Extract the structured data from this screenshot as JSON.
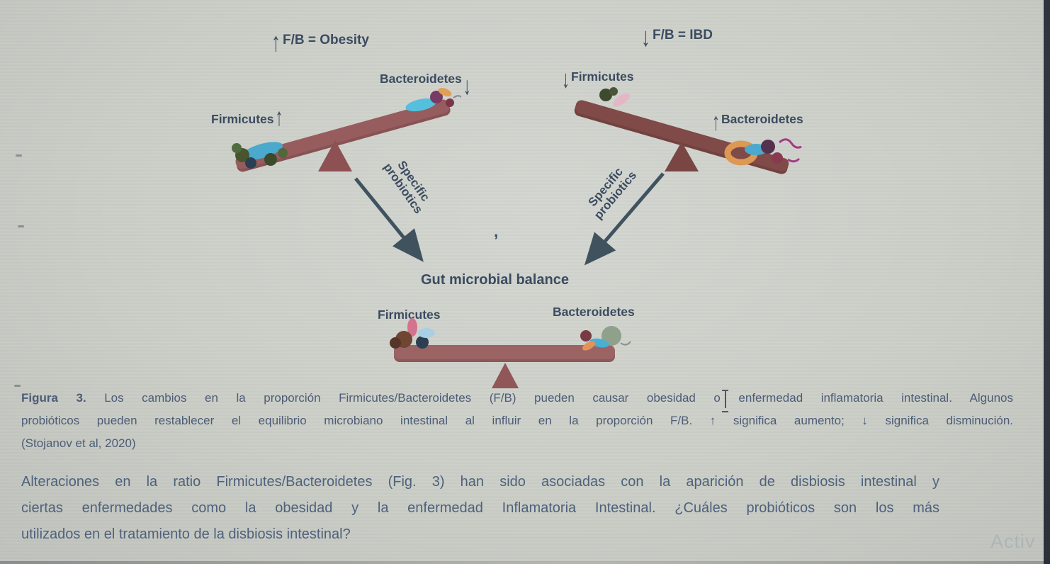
{
  "colors": {
    "background": "#cbcec7",
    "beam_left": "#975c5e",
    "beam_right": "#7f4a47",
    "beam_bottom": "#9c6364",
    "fulcrum_left": "#8d5053",
    "fulcrum_right": "#7a4643",
    "fulcrum_bottom": "#905658",
    "label_text": "#3b4b60",
    "arrow_stroke": "#41525f",
    "caption_text": "#4d5c76",
    "question_text": "#4e617c",
    "watermark_text": "#a9b2b6",
    "edge_strip": "#343a42"
  },
  "figure": {
    "obesity": {
      "condition_arrow": "↑",
      "condition_label": "F/B = Obesity",
      "firmicutes_label": "Firmicutes",
      "firmicutes_arrow": "↑",
      "bacteroidetes_label": "Bacteroidetes",
      "bacteroidetes_arrow": "↓"
    },
    "ibd": {
      "condition_arrow": "↓",
      "condition_label": "F/B = IBD",
      "firmicutes_label": "Firmicutes",
      "firmicutes_arrow": "↓",
      "bacteroidetes_label": "Bacteroidetes",
      "bacteroidetes_arrow": "↑"
    },
    "probiotics_left_label": "Specific probiotics",
    "probiotics_right_label": "Specific probiotics",
    "stray_mark": ",",
    "balance_title": "Gut microbial balance",
    "balance": {
      "firmicutes_label": "Firmicutes",
      "bacteroidetes_label": "Bacteroidetes"
    }
  },
  "caption": {
    "figure_label": "Figura 3.",
    "line1": " Los cambios en la proporción Firmicutes/Bacteroidetes (F/B) pueden causar obesidad o enfermedad inflamatoria intestinal. Algunos",
    "line2": "probióticos pueden restablecer el equilibrio microbiano intestinal al influir en la proporción F/B. ↑ significa aumento; ↓ significa disminución.",
    "line3": "(Stojanov et al, 2020)"
  },
  "question": {
    "line1": "Alteraciones en la ratio Firmicutes/Bacteroidetes (Fig. 3) han sido asociadas con la aparición de disbiosis intestinal y",
    "line2": "ciertas enfermedades como la obesidad y la enfermedad Inflamatoria Intestinal. ¿Cuáles probióticos son los más",
    "line3": "utilizados en el tratamiento de la disbiosis intestinal?"
  },
  "watermark": "Activ"
}
